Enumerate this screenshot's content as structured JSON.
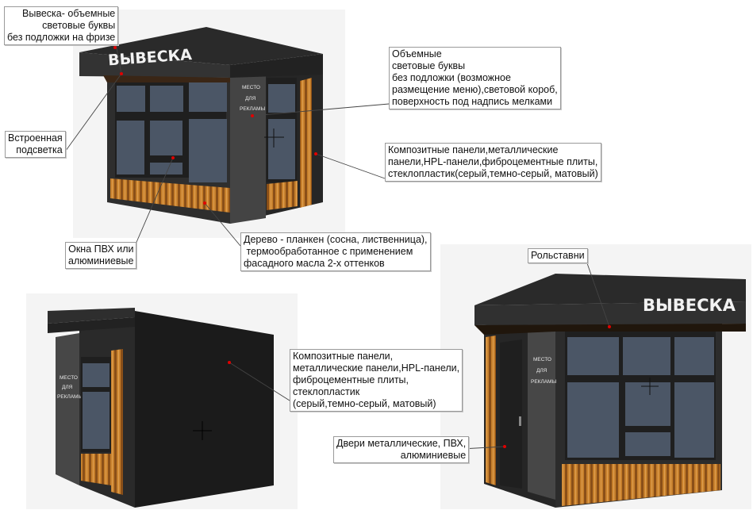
{
  "kiosk_texts": {
    "sign": "ВЫВЕСКА",
    "ad_line1": "МЕСТО",
    "ad_line2": "ДЛЯ",
    "ad_line3": "РЕКЛАМЫ"
  },
  "labels": {
    "signage": [
      "Вывеска- объемные",
      "световые буквы",
      "без подложки на фризе"
    ],
    "lighting": [
      "Встроенная",
      "подсветка"
    ],
    "letters": [
      "Объемные",
      "световые буквы",
      "без подложки (возможное",
      "размещение меню),световой короб,",
      "поверхность под надпись мелками"
    ],
    "panels_top": [
      "Композитные панели,металлические",
      "панели,HPL-панели,фиброцементные плиты,",
      "стеклопластик(серый,темно-серый, матовый)"
    ],
    "windows": [
      "Окна ПВХ или",
      "алюминиевые"
    ],
    "wood": [
      "Дерево - планкен (сосна, лиственница),",
      " термообработанное с применением",
      "фасадного масла 2-х оттенков"
    ],
    "shutters": [
      "Рольставни"
    ],
    "panels_bottom": [
      "Композитные панели,",
      "металлические панели,HPL-панели,",
      "фиброцементные плиты,",
      "стеклопластик",
      "(серый,темно-серый, матовый)"
    ],
    "doors": [
      "Двери металлические, ПВХ,",
      "алюминиевые"
    ]
  },
  "colors": {
    "body": "#2b2b2b",
    "glass": "#4a5563",
    "wood": "#c7802c",
    "marker": "#e00000"
  }
}
